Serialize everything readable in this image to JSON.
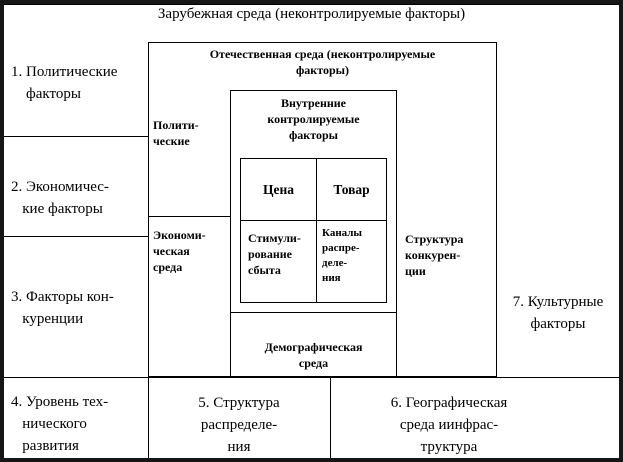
{
  "colors": {
    "line": "#000000",
    "background": "#ffffff"
  },
  "outer": {
    "title": "Зарубежная среда (неконтролируемые факторы)",
    "factor1": "1. Политические\n    факторы",
    "factor2": "2. Экономичес-\n   кие факторы",
    "factor3": "3. Факторы кон-\n   куренции",
    "factor4": "4. Уровень тех-\n   нического\n   развития",
    "factor5": "5. Структура\nраспределе-\nния",
    "factor6": "6. Географическая\nсреда иинфрас-\nтруктура",
    "factor7": "7. Культурные\nфакторы"
  },
  "domestic": {
    "title": "Отечественная среда (неконтролируемые\nфакторы)",
    "political": "Полити-\nческие",
    "economic": "Экономи-\nческая\nсреда",
    "competition": "Структура\nконкурен-\nции",
    "demographic": "Демографическая\nсреда"
  },
  "internal": {
    "title": "Внутренние\nконтролируемые\nфакторы",
    "price": "Цена",
    "product": "Товар",
    "promotion": "Стимули-\nрование\nсбыта",
    "channels": "Каналы\nраспре-\nделе-\nния"
  }
}
